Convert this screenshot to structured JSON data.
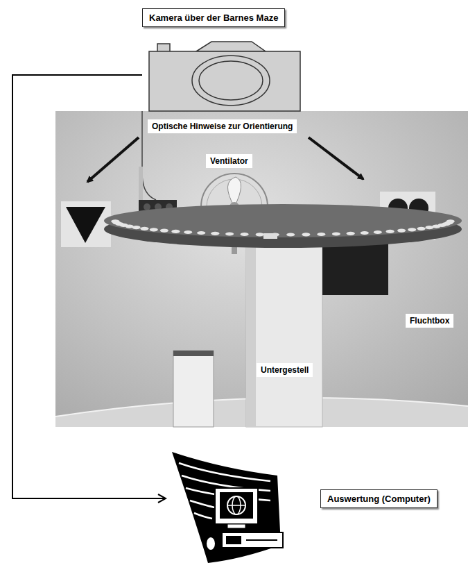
{
  "diagram": {
    "nodes": [
      {
        "text": [
          "Kamera über der Barnes Maze"
        ]
      },
      {
        "text": [
          "Auswertung (Computer)"
        ]
      }
    ],
    "edges": [
      {
        "from": 0,
        "to": 1,
        "arrow": "to"
      }
    ],
    "labels": [
      "Optische Hinweise zur Orientierung",
      "Ventilator",
      "Fluchtbox",
      "Untergestell"
    ]
  }
}
